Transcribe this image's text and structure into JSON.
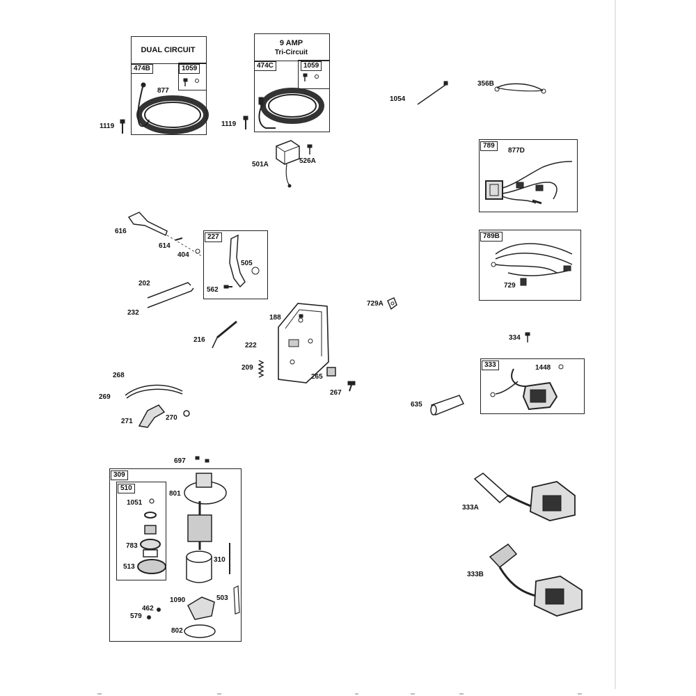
{
  "panels": [
    {
      "id": "474B",
      "title": "DUAL CIRCUIT",
      "sub": "1059"
    },
    {
      "id": "474C",
      "title1": "9  AMP",
      "title2": "Tri-Circuit",
      "sub": "1059"
    },
    {
      "id": "789"
    },
    {
      "id": "789B"
    },
    {
      "id": "227"
    },
    {
      "id": "333"
    },
    {
      "id": "309"
    },
    {
      "id": "510"
    }
  ],
  "labels": {
    "p877": "877",
    "p1119a": "1119",
    "p1119b": "1119",
    "p501A": "501A",
    "p526A": "526A",
    "p1054": "1054",
    "p356B": "356B",
    "p877D": "877D",
    "p729": "729",
    "p729A": "729A",
    "p334": "334",
    "p1448": "1448",
    "p635": "635",
    "p616": "616",
    "p614": "614",
    "p404": "404",
    "p505": "505",
    "p562": "562",
    "p202": "202",
    "p232": "232",
    "p188": "188",
    "p216": "216",
    "p222": "222",
    "p209": "209",
    "p265": "265",
    "p267": "267",
    "p268": "268",
    "p269": "269",
    "p271": "271",
    "p270": "270",
    "p697": "697",
    "p801": "801",
    "p1051": "1051",
    "p783": "783",
    "p513": "513",
    "p310": "310",
    "p503": "503",
    "p462": "462",
    "p579": "579",
    "p1090": "1090",
    "p802": "802",
    "p333A": "333A",
    "p333B": "333B"
  }
}
